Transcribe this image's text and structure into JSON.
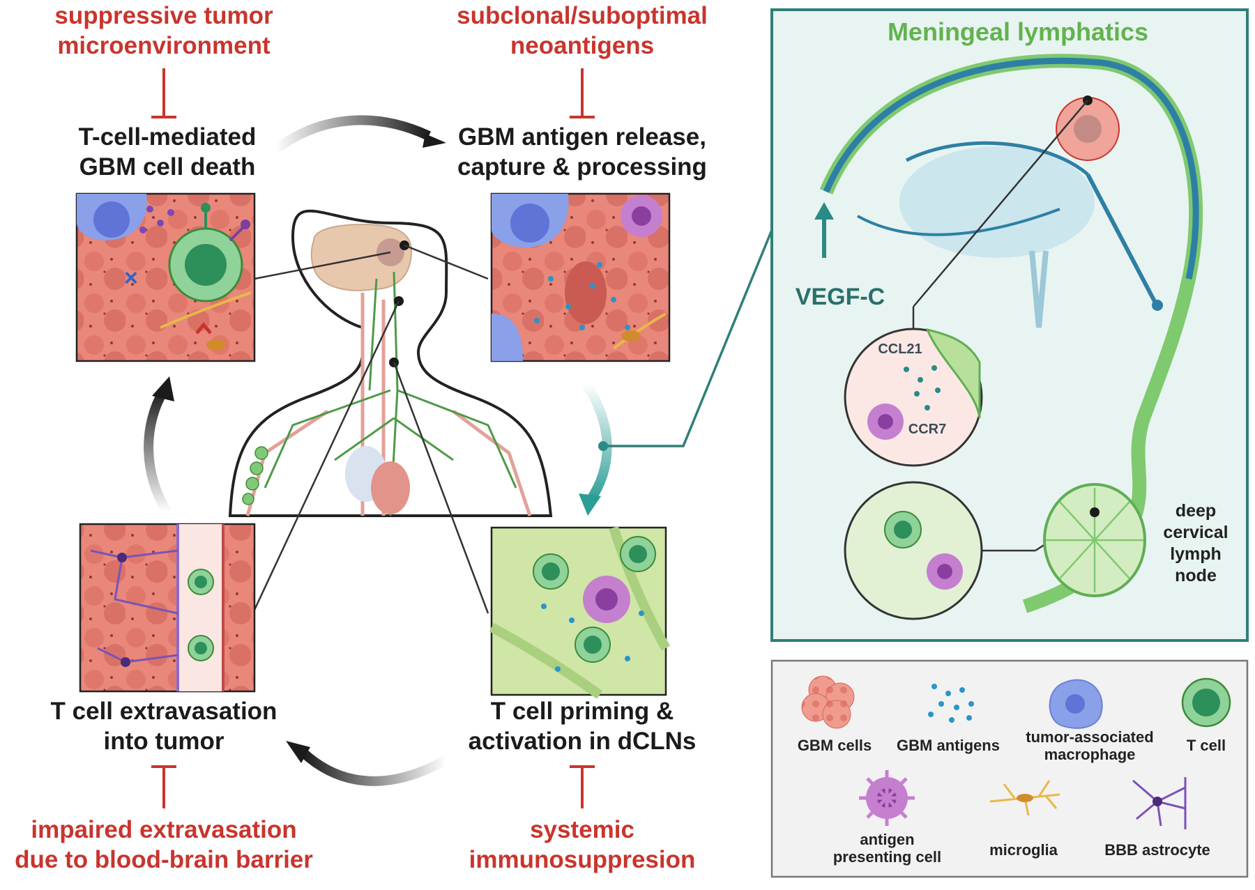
{
  "barriers": {
    "top_left": "suppressive tumor microenvironment",
    "top_center": "subclonal/suboptimal neoantigens",
    "bottom_left": "impaired extravasation due to blood-brain barrier",
    "bottom_center": "systemic immunosuppresion"
  },
  "barriers_lines": {
    "top_left": [
      "suppressive tumor",
      "microenvironment"
    ],
    "top_center": [
      "subclonal/suboptimal",
      "neoantigens"
    ],
    "bottom_left": [
      "impaired extravasation",
      "due to blood-brain barrier"
    ],
    "bottom_center": [
      "systemic",
      "immunosuppresion"
    ]
  },
  "steps": {
    "death": [
      "T-cell-mediated",
      "GBM cell death"
    ],
    "release": [
      "GBM antigen release,",
      "capture & processing"
    ],
    "extravasation": [
      "T cell extravasation",
      "into tumor"
    ],
    "priming": [
      "T cell priming &",
      "activation in dCLNs"
    ]
  },
  "lymphatics_panel": {
    "title": "Meningeal lymphatics",
    "vegf": "VEGF-C",
    "ccl21": "CCL21",
    "ccr7": "CCR7",
    "node_label": [
      "deep",
      "cervical",
      "lymph",
      "node"
    ]
  },
  "legend": {
    "items": [
      {
        "label": "GBM cells"
      },
      {
        "label": "GBM antigens"
      },
      {
        "label": "tumor-associated macrophage"
      },
      {
        "label": "T cell"
      },
      {
        "label": "antigen presenting cell"
      },
      {
        "label": "microglia"
      },
      {
        "label": "BBB astrocyte"
      }
    ]
  },
  "colors": {
    "barrier_red": "#c8352e",
    "teal": "#2a8a86",
    "lymph_green": "#5fae55",
    "vessel_blue": "#2e7fa5",
    "panel_border": "#2f7f78"
  }
}
